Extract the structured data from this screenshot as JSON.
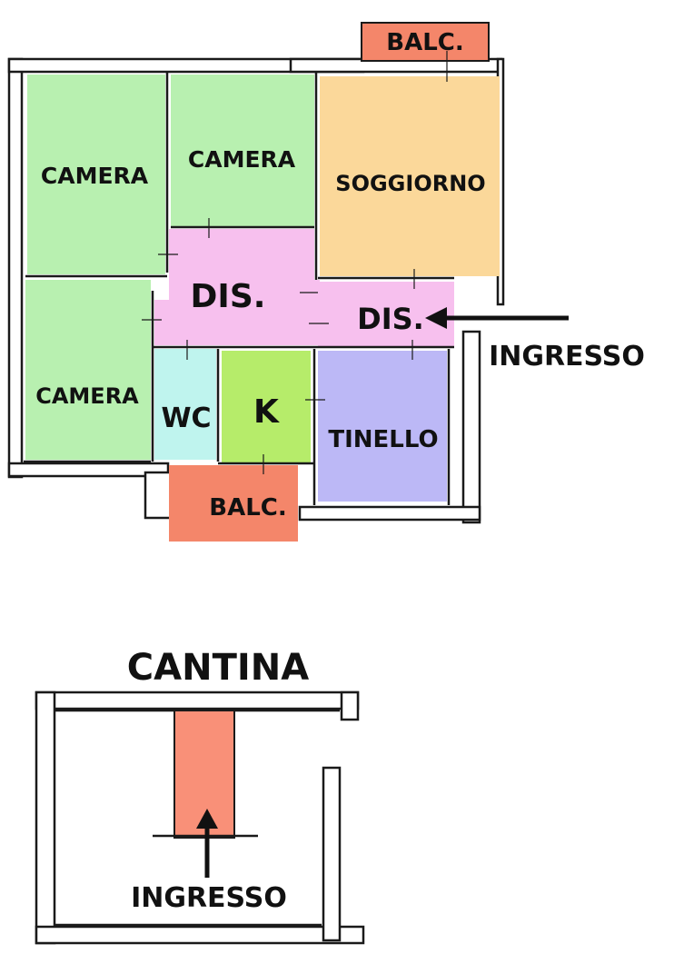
{
  "rooms": {
    "balc_top": "BALC.",
    "camera_1": "CAMERA",
    "camera_2": "CAMERA",
    "soggiorno": "SOGGIORNO",
    "dis_1": "DIS.",
    "dis_2": "DIS.",
    "camera_3": "CAMERA",
    "wc": "WC",
    "k": "K",
    "tinello": "TINELLO",
    "balc_bottom": "BALC."
  },
  "labels": {
    "ingresso_main": "INGRESSO",
    "cantina_title": "CANTINA",
    "ingresso_cantina": "INGRESSO"
  },
  "colors": {
    "camera": "#b8f0b0",
    "soggiorno": "#fbd89a",
    "dis": "#f7c0ee",
    "wc": "#bff4ee",
    "k": "#b6ec6a",
    "tinello": "#bcb8f6",
    "balc": "#f4866a",
    "cantina_room": "#f99078"
  }
}
